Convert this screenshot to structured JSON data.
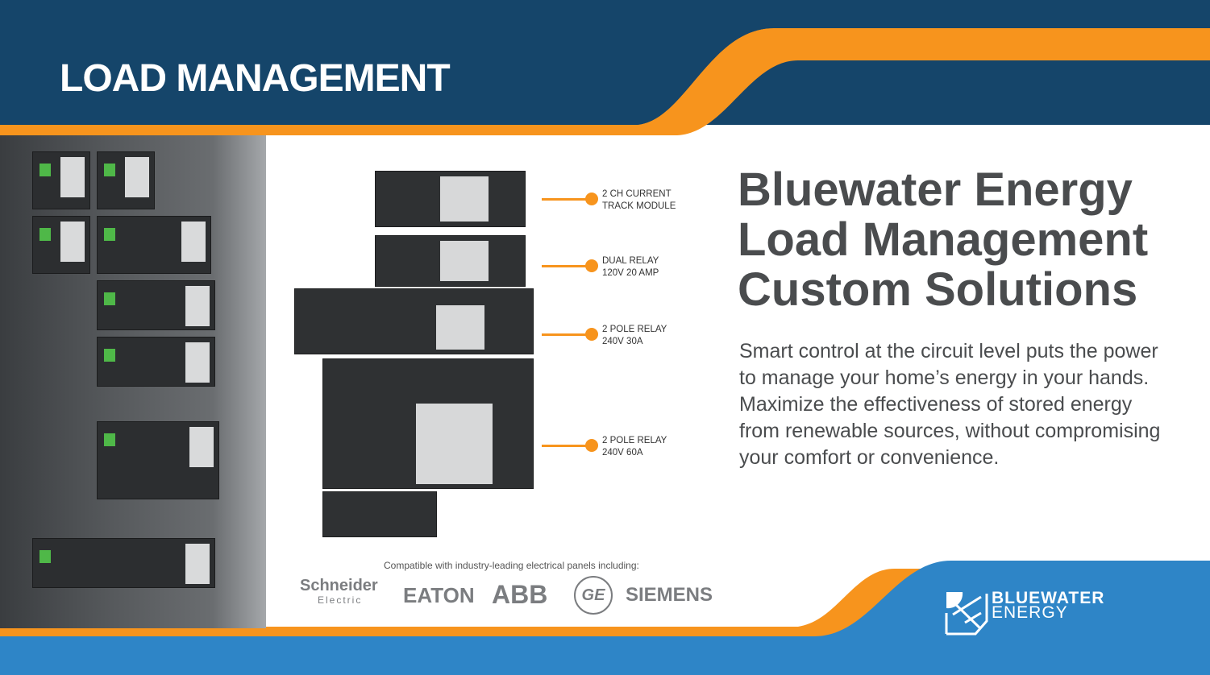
{
  "header": {
    "title": "LOAD MANAGEMENT"
  },
  "colors": {
    "navy": "#15456a",
    "orange": "#f7941d",
    "blue": "#2e85c7"
  },
  "callouts": [
    {
      "line1": "2 CH CURRENT",
      "line2": "TRACK MODULE"
    },
    {
      "line1": "DUAL RELAY",
      "line2": "120V 20 AMP"
    },
    {
      "line1": "2 POLE RELAY",
      "line2": "240V 30A"
    },
    {
      "line1": "2 POLE RELAY",
      "line2": "240V 60A"
    }
  ],
  "headline": {
    "line1": "Bluewater Energy",
    "line2": "Load Management",
    "line3": "Custom Solutions"
  },
  "body": "Smart control at the circuit level puts the power to manage your home’s energy in your hands. Maximize the effectiveness of stored energy from renewable sources, without compromising your comfort or convenience.",
  "compatibility": {
    "text": "Compatible with industry-leading electrical panels including:",
    "brands": {
      "schneider": "Schneider",
      "schneider_sub": "Electric",
      "eaton": "EATON",
      "abb": "ABB",
      "ge": "GE",
      "siemens": "SIEMENS"
    }
  },
  "brand": {
    "line1": "BLUEWATER",
    "line2": "ENERGY"
  }
}
